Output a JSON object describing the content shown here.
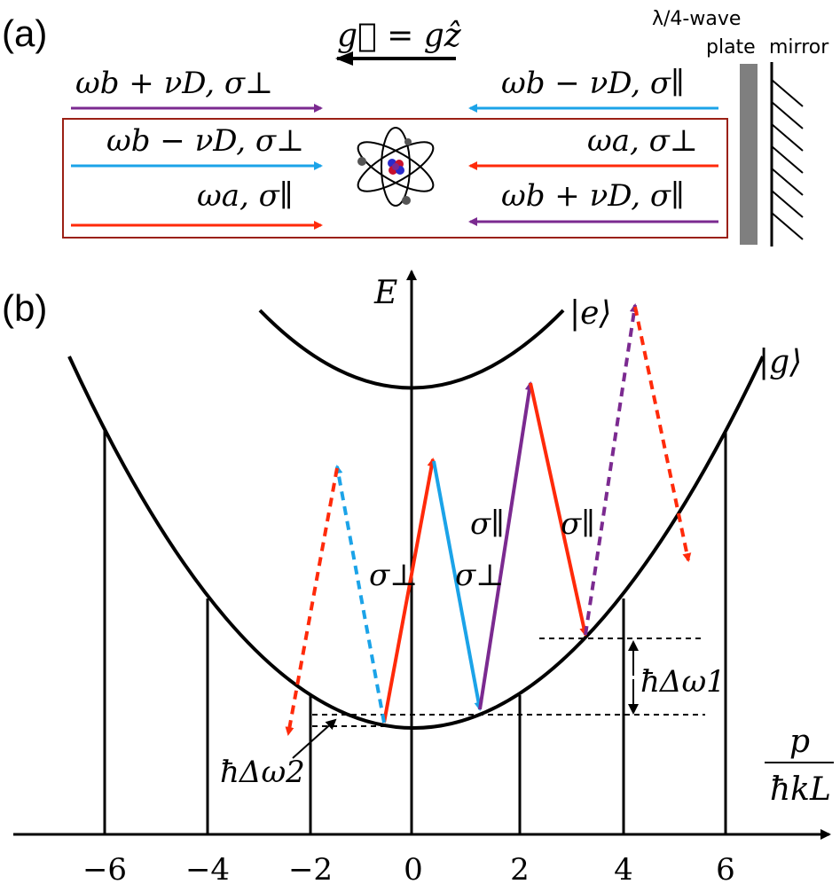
{
  "panel_a": {
    "label": "(a)",
    "gravity_label": "g⃗ = gẑ",
    "waveplate_label_line1": "λ/4-wave",
    "waveplate_label_line2": "plate",
    "mirror_label": "mirror",
    "beams": [
      {
        "label": "ωb + νD, σ⊥",
        "color": "#7B2A90",
        "direction": "right"
      },
      {
        "label": "ωb − νD, σ⊥",
        "color": "#1BA3E8",
        "direction": "right"
      },
      {
        "label": "ωa, σ∥",
        "color": "#FF2A0A",
        "direction": "right"
      },
      {
        "label": "ωb − νD, σ∥",
        "color": "#1BA3E8",
        "direction": "left"
      },
      {
        "label": "ωa, σ⊥",
        "color": "#FF2A0A",
        "direction": "left"
      },
      {
        "label": "ωb + νD, σ∥",
        "color": "#7B2A90",
        "direction": "left"
      }
    ],
    "box_color": "#9B2015"
  },
  "panel_b": {
    "label": "(b)",
    "y_axis_label": "E",
    "x_axis_label_num": "p",
    "x_axis_label_den": "ħkL",
    "excited_state_label": "|e⟩",
    "ground_state_label": "|g⟩",
    "x_ticks": [
      "−6",
      "−4",
      "−2",
      "0",
      "2",
      "4",
      "6"
    ],
    "transition_labels": {
      "sigma_perp_left": "σ⊥",
      "sigma_perp_right": "σ⊥",
      "sigma_par_left": "σ∥",
      "sigma_par_right": "σ∥"
    },
    "energy_gap_1": "ħΔω1",
    "energy_gap_2": "ħΔω2"
  }
}
